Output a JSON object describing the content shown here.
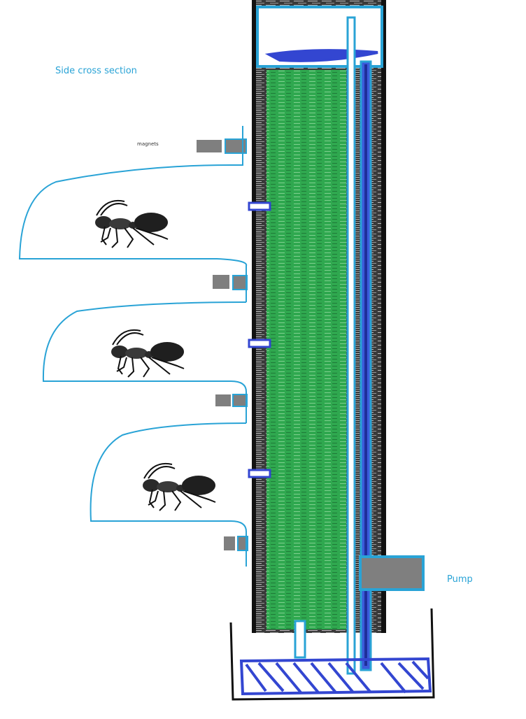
{
  "title": "Side cross section",
  "labels": {
    "magnets": "magnets",
    "pump": "Pump"
  },
  "colors": {
    "label_blue": "#29a3d6",
    "outline_cyan": "#29a3d6",
    "pipe_blue": "#3b5bdb",
    "pump_grey": "#7f7f7f",
    "growing_medium_green": "#2fa84f",
    "frame_dark": "#2b2b2b",
    "water_hatch": "#3346d1"
  },
  "components": {
    "tank": "reservoir-tank",
    "column": "vertical-planter",
    "pump": "pump",
    "magnets": "magnet-blocks",
    "enclosures": "ant-enclosures",
    "ants": "ant-icon"
  }
}
